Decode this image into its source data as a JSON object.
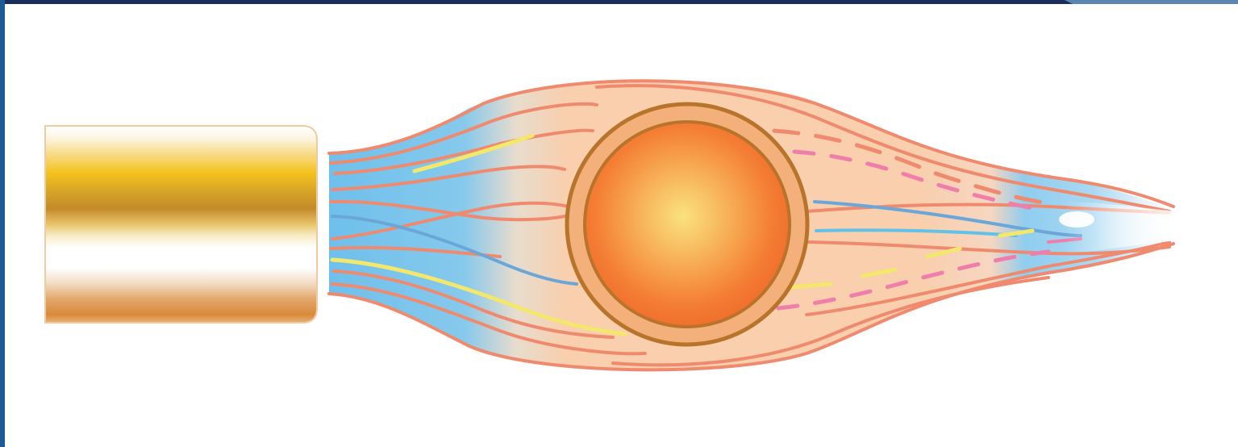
{
  "diagram": {
    "colors": {
      "frame_blue": "#1d5a96",
      "frame_dark": "#1a2e5c",
      "nozzle_gold": "#f4c21c",
      "nozzle_bronze": "#c48a2a",
      "nozzle_copper": "#d98a3a",
      "jet_blue": "#7cc4ea",
      "plume_peach": "#f7c9a6",
      "stream_salmon": "#ef8a6e",
      "stream_yellow": "#f6ea6a",
      "stream_pink": "#ef7eaa",
      "particle_core": "#fae27f",
      "particle_shell": "#f26a2c",
      "particle_ring": "#b8742a"
    },
    "components": [
      "nozzle",
      "jet-stream",
      "particle",
      "wake"
    ]
  }
}
